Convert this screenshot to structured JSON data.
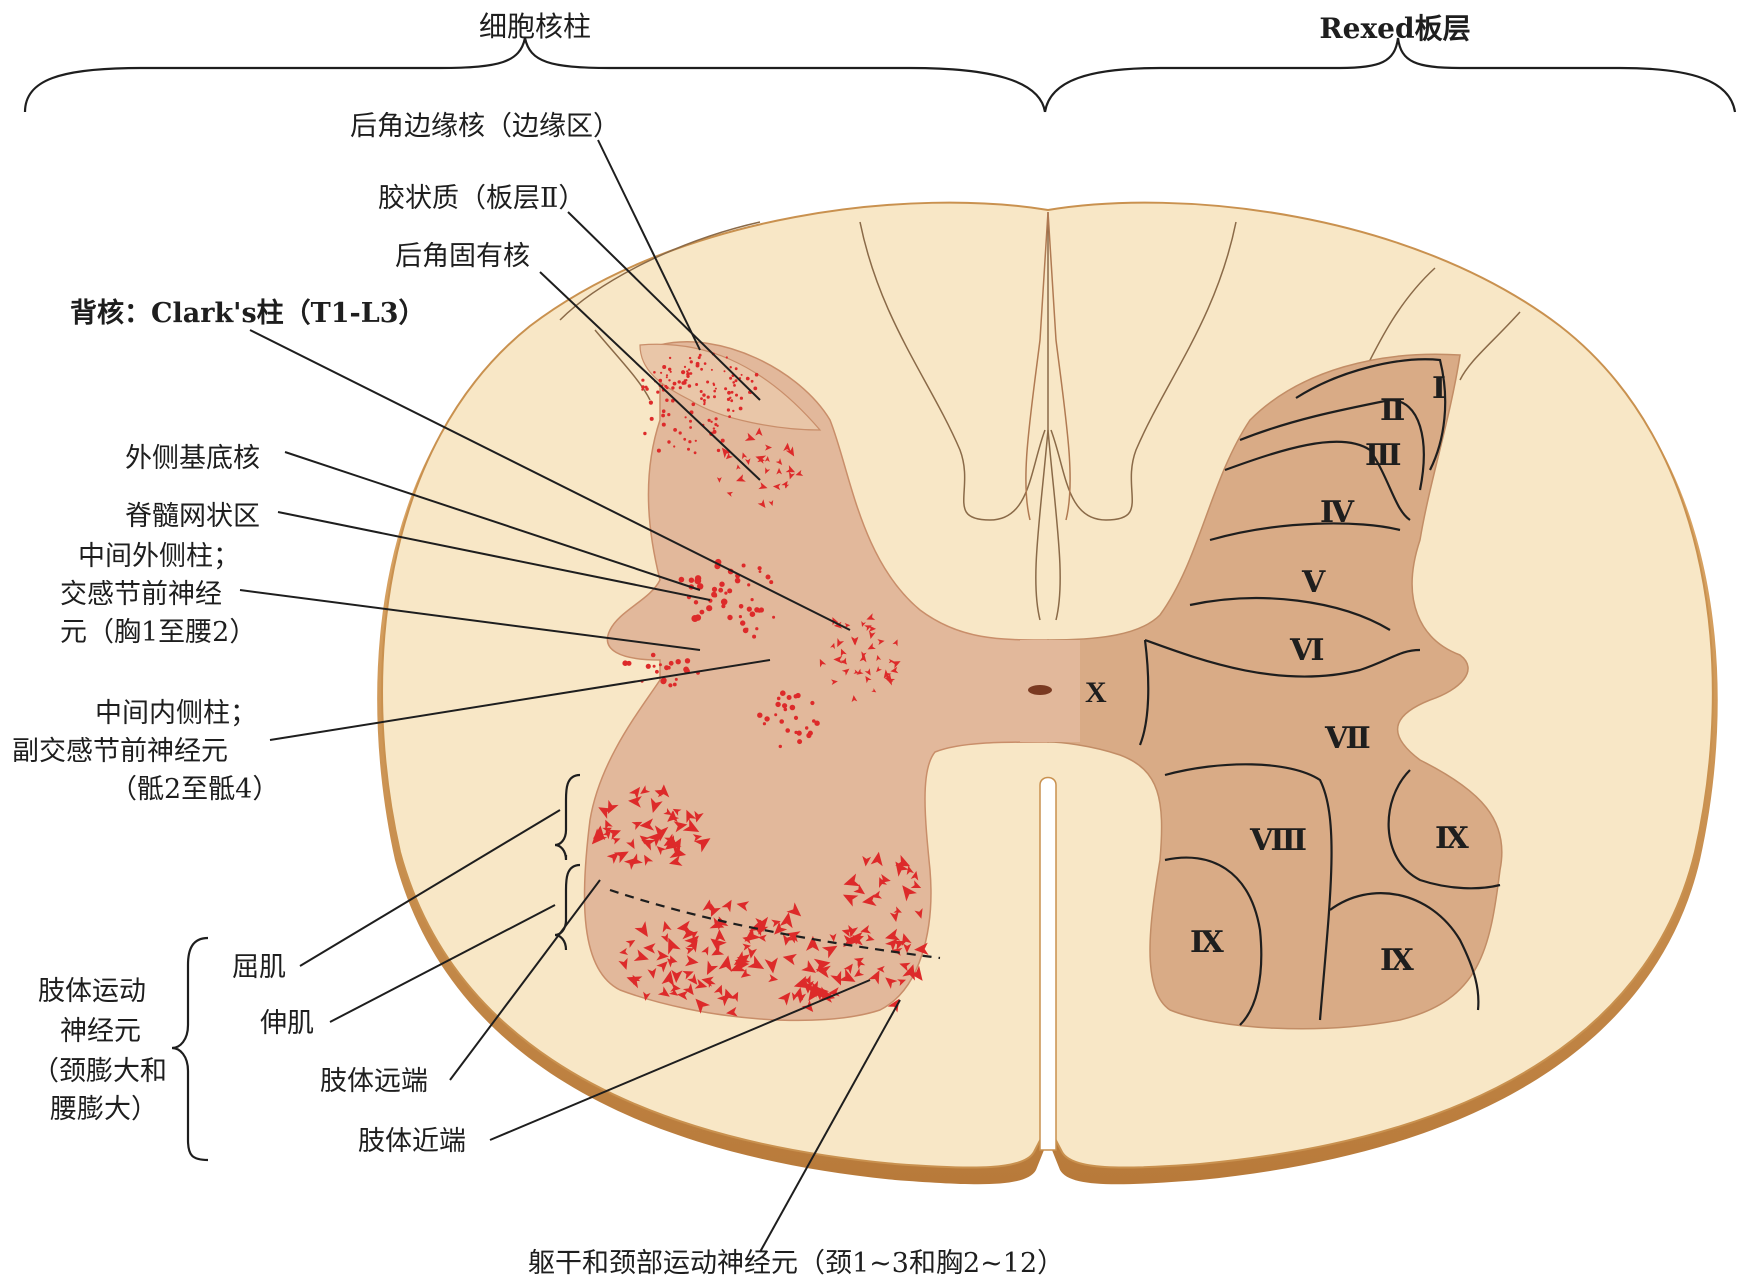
{
  "header": {
    "left_title": "细胞核柱",
    "right_title": "Rexed板层"
  },
  "left_labels": {
    "marginal_nucleus": "后角边缘核（边缘区）",
    "substantia_gelatinosa": "胶状质（板层Ⅱ）",
    "nucleus_proprius": "后角固有核",
    "clarkes_column": "背核：Clark's柱（T1-L3）",
    "lateral_basal_nucleus": "外侧基底核",
    "reticular_area": "脊髓网状区",
    "intermediolateral": [
      "中间外侧柱；",
      "交感节前神经",
      "元（胸1至腰2）"
    ],
    "intermediomedial": [
      "中间内侧柱；",
      "副交感节前神经元",
      "（骶2至骶4）"
    ],
    "limb_motor": [
      "肢体运动",
      "神经元",
      "（颈膨大和",
      "腰膨大）"
    ],
    "flexor": "屈肌",
    "extensor": "伸肌",
    "limb_distal": "肢体远端",
    "limb_proximal": "肢体近端",
    "trunk_neck_motor": "躯干和颈部运动神经元（颈1~3和胸2~12）"
  },
  "rexed_laminae": {
    "I": "Ⅰ",
    "II": "Ⅱ",
    "III": "Ⅲ",
    "IV": "Ⅳ",
    "V": "Ⅴ",
    "VI": "Ⅵ",
    "VII": "Ⅶ",
    "VIII": "Ⅷ",
    "IX_a": "Ⅸ",
    "IX_b": "Ⅸ",
    "IX_c": "Ⅸ",
    "X": "X"
  },
  "colors": {
    "white_matter": "#f8e7c6",
    "white_matter_edge": "#c9914f",
    "gray_matter": "#e2b89b",
    "lamina_fill": "#d9ab86",
    "neurons": "#dd2a2a",
    "line": "#1e1e1e"
  }
}
